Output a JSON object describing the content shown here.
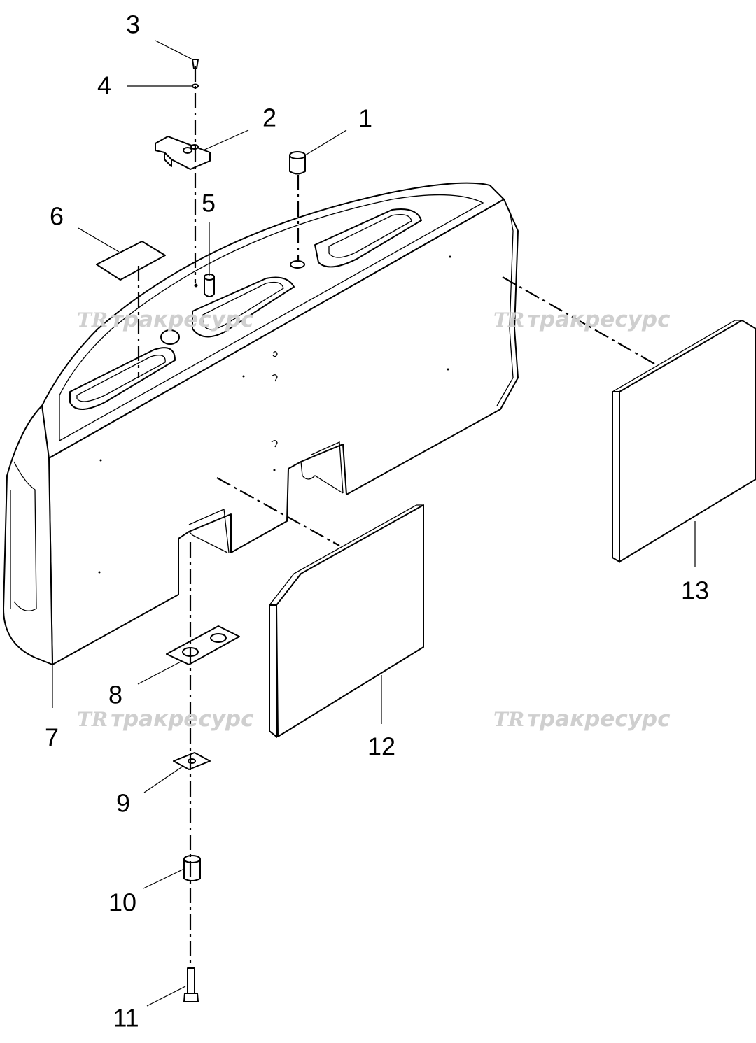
{
  "diagram": {
    "callouts": [
      {
        "id": "c1",
        "label": "1"
      },
      {
        "id": "c2",
        "label": "2"
      },
      {
        "id": "c3",
        "label": "3"
      },
      {
        "id": "c4",
        "label": "4"
      },
      {
        "id": "c5",
        "label": "5"
      },
      {
        "id": "c6",
        "label": "6"
      },
      {
        "id": "c7",
        "label": "7"
      },
      {
        "id": "c8",
        "label": "8"
      },
      {
        "id": "c9",
        "label": "9"
      },
      {
        "id": "c10",
        "label": "10"
      },
      {
        "id": "c11",
        "label": "11"
      },
      {
        "id": "c12",
        "label": "12"
      },
      {
        "id": "c13",
        "label": "13"
      }
    ],
    "watermark": {
      "logo": "TR",
      "text": "тракресурс"
    },
    "colors": {
      "line": "#000000",
      "background": "#ffffff",
      "watermark": "#cfcfcf"
    }
  }
}
